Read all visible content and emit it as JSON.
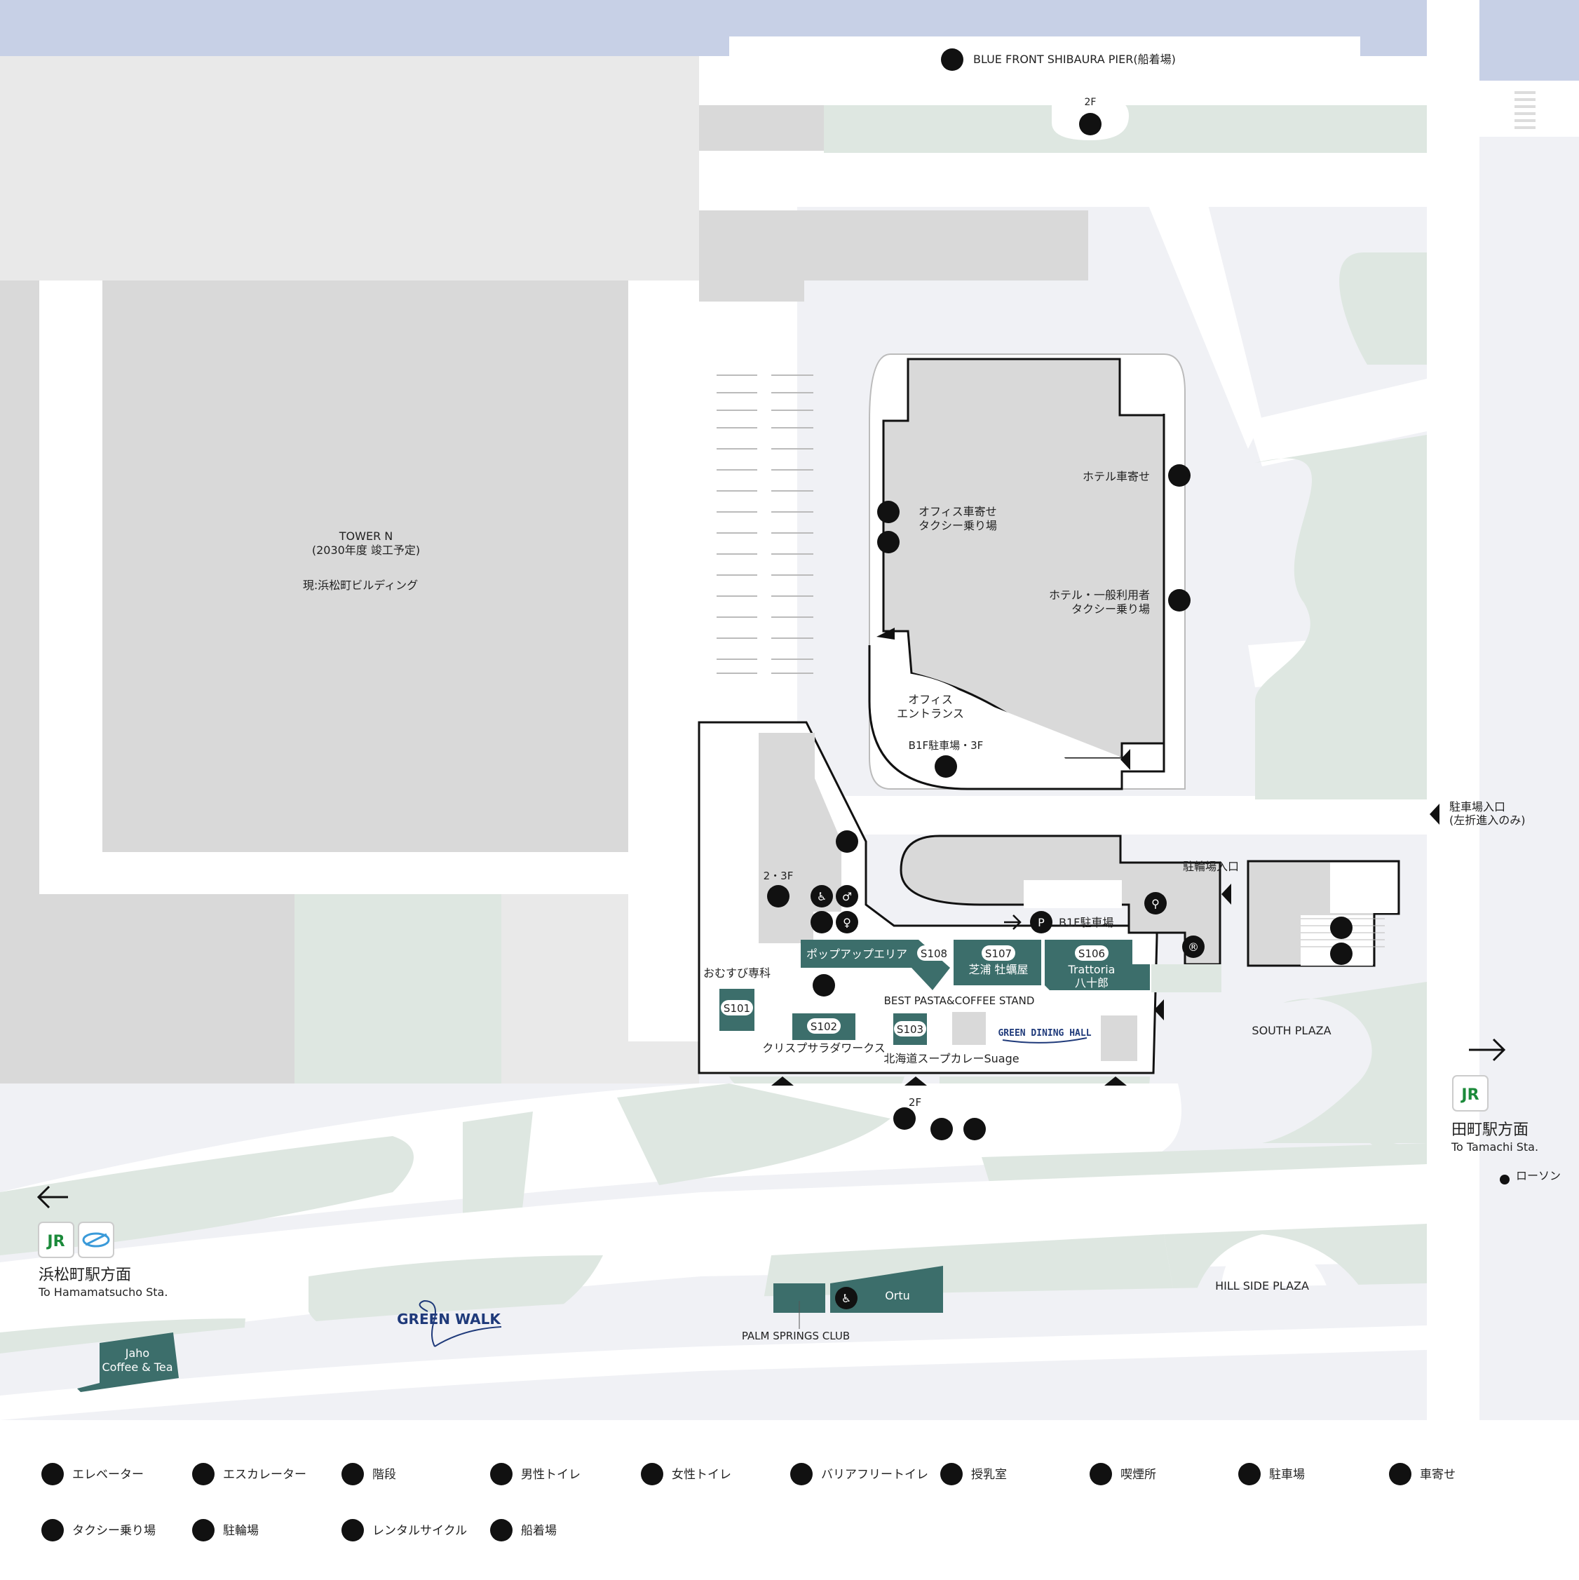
{
  "map": {
    "pier": "BLUE FRONT SHIBAURA PIER(船着場)",
    "pier_floor": "2F",
    "tower_n": {
      "line1": "TOWER N",
      "line2": "(2030年度 竣工予定)",
      "line3": "現:浜松町ビルディング"
    },
    "office_dropoff": {
      "line1": "オフィス車寄せ",
      "line2": "タクシー乗り場"
    },
    "hotel_dropoff": "ホテル車寄せ",
    "hotel_taxi": {
      "line1": "ホテル・一般利用者",
      "line2": "タクシー乗り場"
    },
    "office_entrance": {
      "line1": "オフィス",
      "line2": "エントランス"
    },
    "b1f_parking_3f": "B1F駐車場・3F",
    "parking_entrance": {
      "line1": "駐車場入口",
      "line2": "(左折進入のみ)"
    },
    "bike_entrance": "駐輪場入口",
    "b1f_parking": "B1F駐車場",
    "floor_23": "2・3F",
    "floor_2f": "2F",
    "south_plaza": "SOUTH PLAZA",
    "hill_side_plaza": "HILL SIDE PLAZA",
    "lawson": "ローソン",
    "tamachi": {
      "ja": "田町駅方面",
      "en": "To Tamachi Sta."
    },
    "hamamatsucho": {
      "ja": "浜松町駅方面",
      "en": "To Hamamatsucho Sta."
    },
    "green_walk": "GREEN WALK",
    "green_dining_hall": "GREEN DINING HALL",
    "jr": "JR",
    "palm_springs": "PALM SPRINGS CLUB",
    "ortu": "Ortu",
    "jaho": {
      "line1": "Jaho",
      "line2": "Coffee & Tea"
    }
  },
  "shops": {
    "popup": "ポップアップエリア",
    "s108": "S108",
    "s107": "S107",
    "s107_name": "芝浦 牡蠣屋",
    "s106": "S106",
    "s106_name1": "Trattoria",
    "s106_name2": "八十郎",
    "best_pasta": "BEST PASTA&COFFEE STAND",
    "s101_name": "おむすび専科",
    "s101": "S101",
    "s102": "S102",
    "s102_name": "クリスプサラダワークス",
    "s103": "S103",
    "s103_name": "北海道スープカレーSuage"
  },
  "legend": [
    {
      "icon": "elevator-icon",
      "label": "エレベーター"
    },
    {
      "icon": "escalator-icon",
      "label": "エスカレーター"
    },
    {
      "icon": "stairs-icon",
      "label": "階段"
    },
    {
      "icon": "mens-toilet-icon",
      "label": "男性トイレ"
    },
    {
      "icon": "womens-toilet-icon",
      "label": "女性トイレ"
    },
    {
      "icon": "accessible-toilet-icon",
      "label": "バリアフリートイレ"
    },
    {
      "icon": "nursing-room-icon",
      "label": "授乳室"
    },
    {
      "icon": "smoking-area-icon",
      "label": "喫煙所"
    },
    {
      "icon": "parking-icon",
      "label": "駐車場"
    },
    {
      "icon": "car-dropoff-icon",
      "label": "車寄せ"
    },
    {
      "icon": "taxi-icon",
      "label": "タクシー乗り場"
    },
    {
      "icon": "bicycle-parking-icon",
      "label": "駐輪場"
    },
    {
      "icon": "rental-cycle-icon",
      "label": "レンタルサイクル"
    },
    {
      "icon": "ferry-icon",
      "label": "船着場"
    }
  ],
  "colors": {
    "water": "#c7d0e6",
    "building": "#d9d9d9",
    "green": "#dee7e1",
    "shop": "#3c6e6b",
    "road": "#ffffff",
    "plaza": "#f0f1f5"
  }
}
